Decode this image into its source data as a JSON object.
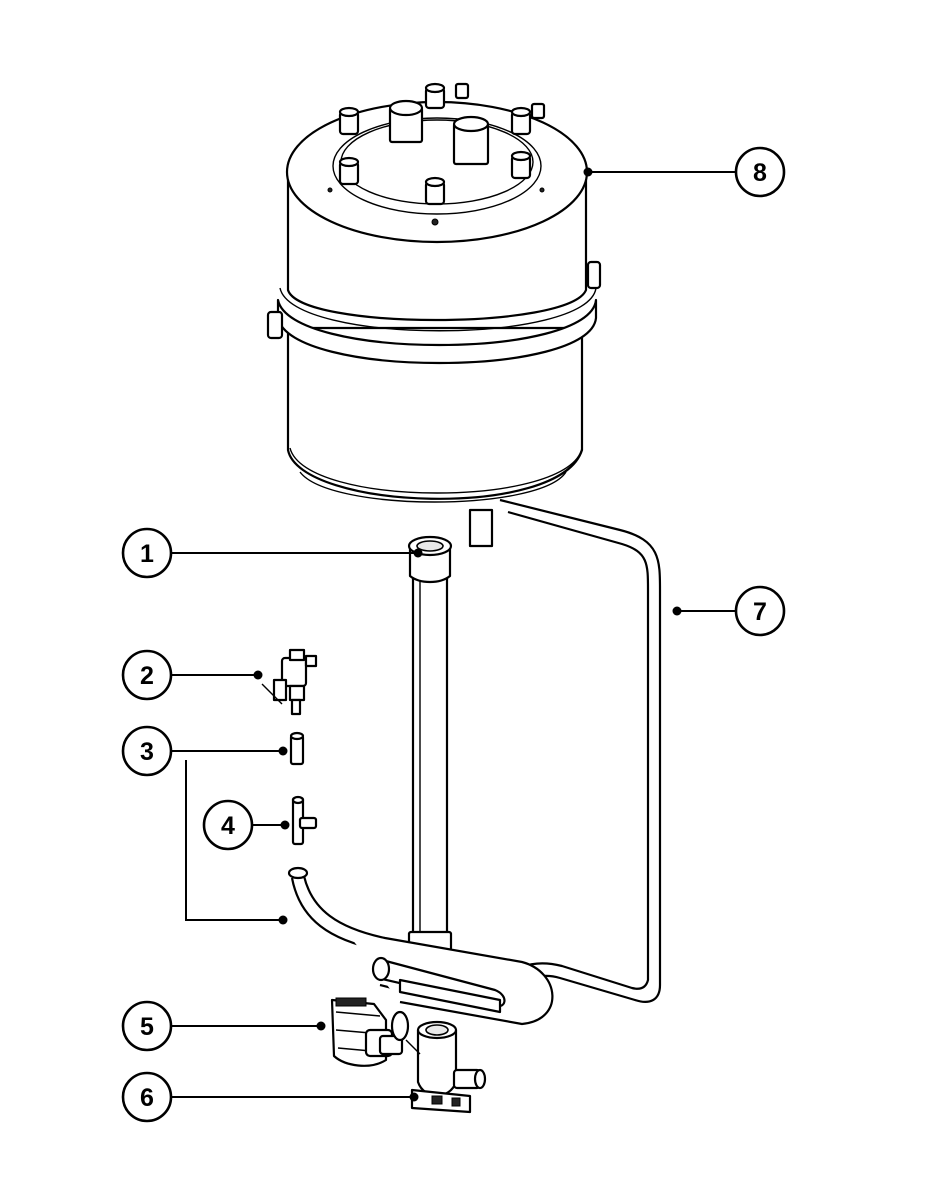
{
  "callouts": [
    {
      "id": "1",
      "label": "1"
    },
    {
      "id": "2",
      "label": "2"
    },
    {
      "id": "3",
      "label": "3"
    },
    {
      "id": "4",
      "label": "4"
    },
    {
      "id": "5",
      "label": "5"
    },
    {
      "id": "6",
      "label": "6"
    },
    {
      "id": "7",
      "label": "7"
    },
    {
      "id": "8",
      "label": "8"
    }
  ],
  "parts": [
    {
      "name": "steam-cylinder",
      "callout": "8"
    },
    {
      "name": "cylinder-outlet-fitting",
      "callout": "1"
    },
    {
      "name": "fill-solenoid-valve",
      "callout": "2"
    },
    {
      "name": "hose-connector",
      "callout": "3"
    },
    {
      "name": "tee-fitting",
      "callout": "4"
    },
    {
      "name": "drain-pump",
      "callout": "5"
    },
    {
      "name": "drain-housing",
      "callout": "6"
    },
    {
      "name": "overflow-tube",
      "callout": "7"
    }
  ],
  "colors": {
    "line": "#000000",
    "fill": "#ffffff",
    "shade": "#e9e9e9"
  }
}
